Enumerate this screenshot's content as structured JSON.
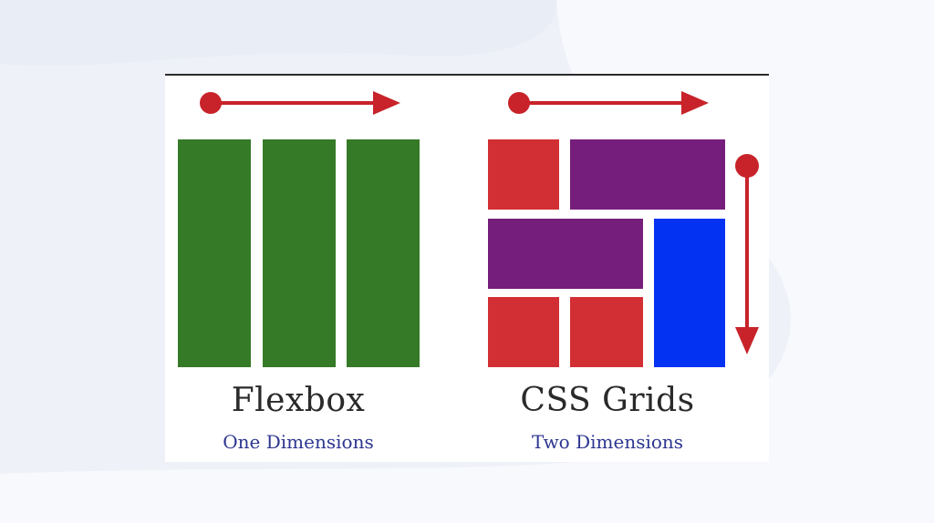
{
  "colors": {
    "arrow": "#c8232a",
    "flex_column": "#357a27",
    "grid_red": "#d22f34",
    "grid_purple": "#761e7c",
    "grid_blue": "#0432f2",
    "subtitle": "#2d3690",
    "title": "#2a2a2a"
  },
  "flexbox": {
    "title": "Flexbox",
    "subtitle": "One Dimensions",
    "direction": "row",
    "items": [
      "column",
      "column",
      "column"
    ]
  },
  "grid": {
    "title": "CSS Grids",
    "subtitle": "Two Dimensions",
    "directions": [
      "row",
      "column"
    ],
    "cells": [
      "red",
      "purple",
      "purple",
      "blue",
      "red",
      "red"
    ]
  }
}
